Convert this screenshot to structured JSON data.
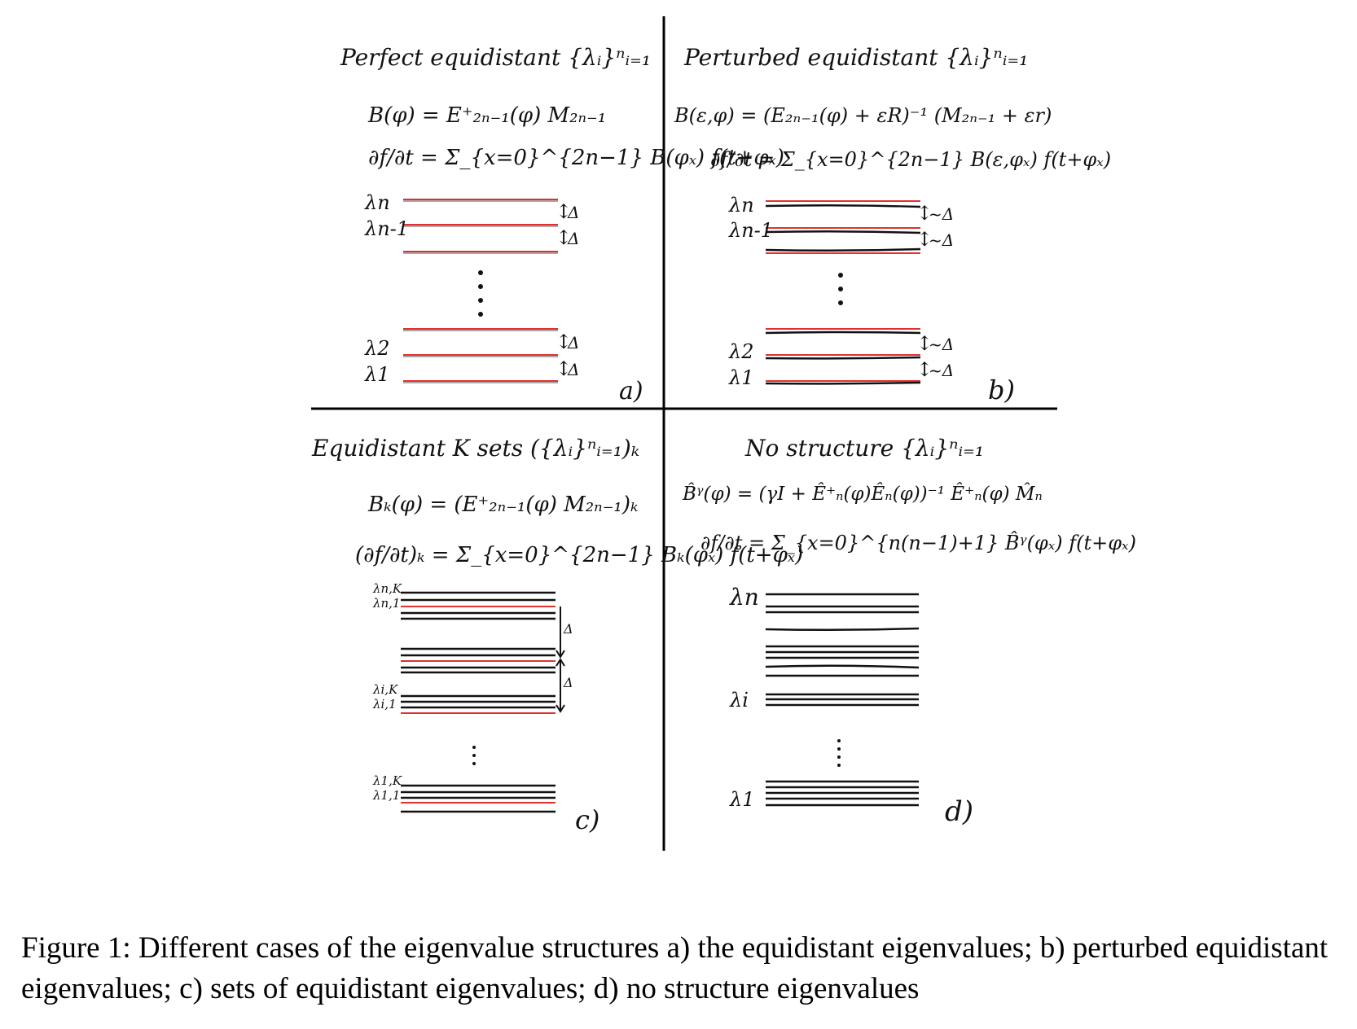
{
  "panels": {
    "a": {
      "title": "Perfect equidistant {λᵢ}ⁿᵢ₌₁",
      "formula1": "B(φ) = E⁺₂ₙ₋₁(φ) M₂ₙ₋₁",
      "formula2": "∂f/∂t = Σ_{x=0}^{2n−1} B(φₓ) f(t+φₓ)",
      "labels": [
        "λn",
        "λn-1",
        "λ2",
        "λ1"
      ],
      "spacing": [
        "Δ",
        "Δ",
        "Δ",
        "Δ"
      ],
      "tag": "a)"
    },
    "b": {
      "title": "Perturbed equidistant {λᵢ}ⁿᵢ₌₁",
      "formula1": "B(ε,φ) = (E₂ₙ₋₁(φ) + εR)⁻¹ (M₂ₙ₋₁ + εr)",
      "formula2": "∂f/∂t = Σ_{x=0}^{2n−1} B(ε,φₓ) f(t+φₓ)",
      "labels": [
        "λn",
        "λn-1",
        "λ2",
        "λ1"
      ],
      "spacing": [
        "~Δ",
        "~Δ",
        "~Δ",
        "~Δ"
      ],
      "tag": "b)"
    },
    "c": {
      "title": "Equidistant K sets ({λᵢ}ⁿᵢ₌₁)ₖ",
      "formula1": "Bₖ(φ) = (E⁺₂ₙ₋₁(φ) M₂ₙ₋₁)ₖ",
      "formula2": "(∂f/∂t)ₖ = Σ_{x=0}^{2n−1} Bₖ(φₓ) f(t+φₓ)",
      "labels": [
        "λn,K",
        "λn,1",
        "λi,K",
        "λi,1",
        "λ1,K",
        "λ1,1"
      ],
      "spacing": [
        "Δ",
        "Δ"
      ],
      "tag": "c)"
    },
    "d": {
      "title": "No structure {λᵢ}ⁿᵢ₌₁",
      "formula1": "B̂ᵞ(φ) = (γI + Ê⁺ₙ(φ)Êₙ(φ))⁻¹ Ê⁺ₙ(φ) M̂ₙ",
      "formula2": "∂f/∂t = Σ_{x=0}^{n(n−1)+1} B̂ᵞ(φₓ) f(t+φₓ)",
      "labels": [
        "λn",
        "λi",
        "λ1"
      ],
      "tag": "d)"
    }
  },
  "caption": "Figure 1: Different cases of the eigenvalue structures a) the equidistant eigenvalues; b) perturbed equidistant eigenvalues; c) sets of equidistant eigenvalues; d) no structure eigenvalues",
  "colors": {
    "red_line": "#e0312e",
    "black_line": "#111111"
  }
}
